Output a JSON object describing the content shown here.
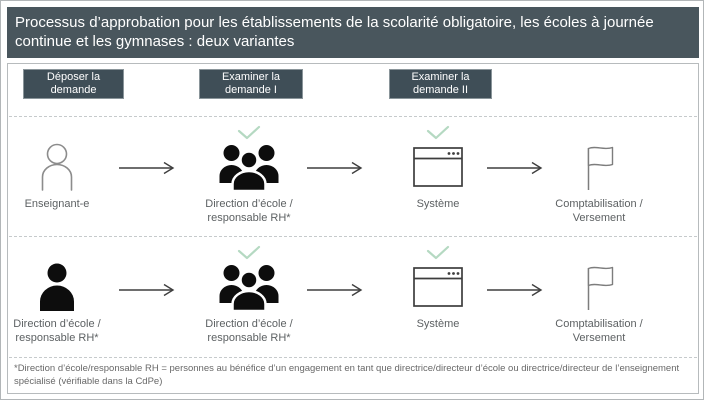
{
  "title": "Processus d’approbation pour les établissements de la scolarité obligatoire, les écoles à journée continue et les gymnases : deux variantes",
  "stages": [
    {
      "label": "Déposer la demande"
    },
    {
      "label": "Examiner la demande I"
    },
    {
      "label": "Examiner la demande II"
    }
  ],
  "rows": [
    {
      "name": "variante-1",
      "steps": [
        {
          "label": "Enseignant-e",
          "icon": "person-outline-icon",
          "approved": false
        },
        {
          "label": "Direction d’école / responsable RH*",
          "icon": "people-group-icon",
          "approved": true
        },
        {
          "label": "Système",
          "icon": "system-window-icon",
          "approved": true
        },
        {
          "label": "Comptabilisation / Versement",
          "icon": "flag-icon",
          "approved": false
        }
      ]
    },
    {
      "name": "variante-2",
      "steps": [
        {
          "label": "Direction d’école / responsable RH*",
          "icon": "person-solid-icon",
          "approved": false
        },
        {
          "label": "Direction d’école / responsable RH*",
          "icon": "people-group-icon",
          "approved": true
        },
        {
          "label": "Système",
          "icon": "system-window-icon",
          "approved": true
        },
        {
          "label": "Comptabilisation / Versement",
          "icon": "flag-icon",
          "approved": false
        }
      ]
    }
  ],
  "footnote": "*Direction d’école/responsable RH = personnes au bénéfice d’un engagement en tant que directrice/directeur d’école ou directrice/directeur de l’enseignement spécialisé (vérifiable dans la CdPe)",
  "colors": {
    "title_bar_bg": "#49565d",
    "title_text": "#ffffff",
    "stage_box_bg": "#3f4e57",
    "stage_box_border": "#8a959a",
    "check_green": "#b5d9c2",
    "icon_black": "#0d0d0d",
    "icon_outline_gray": "#8c8c8c",
    "flag_gray": "#7d7d7d",
    "window_stroke": "#3d3d3d",
    "arrow_stroke": "#3f3f3f",
    "label_text": "#5d6163",
    "dashed_line": "#c6cacc"
  }
}
